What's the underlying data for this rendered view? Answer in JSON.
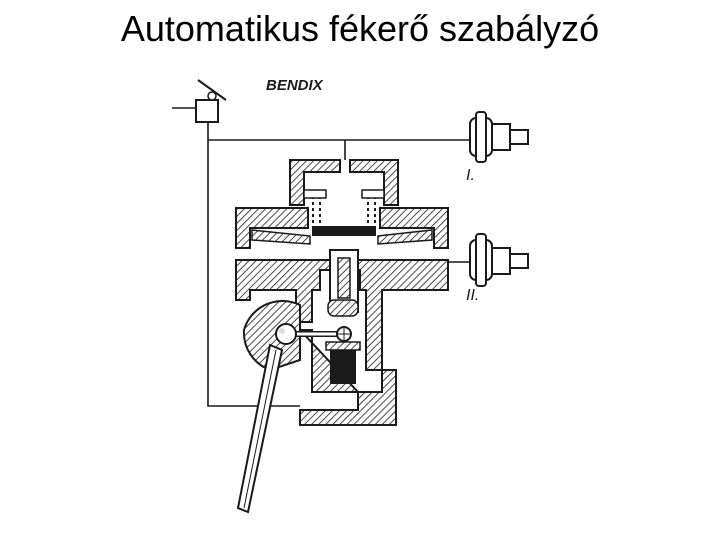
{
  "slide": {
    "title": "Automatikus fékerő szabályzó"
  },
  "diagram": {
    "brand_label": "BENDIX",
    "port_label_1": "I.",
    "port_label_2": "II."
  }
}
